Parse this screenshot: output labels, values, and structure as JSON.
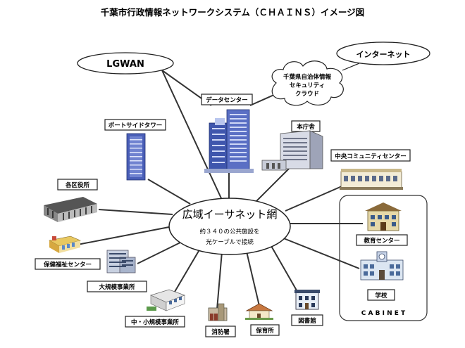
{
  "title": "千葉市行政情報ネットワークシステム（ＣＨＡＩＮＳ）イメージ図",
  "hub": {
    "name": "広域イーサネット網",
    "line1": "約３４０の公共施設を",
    "line2": "光ケーブルで接続"
  },
  "lgwan": "LGWAN",
  "internet": "インターネット",
  "cloud": {
    "line1": "千葉県自治体情報",
    "line2": "セキュリティ",
    "line3": "クラウド"
  },
  "facilities": {
    "data_center": "データセンター",
    "port_tower": "ポートサイドタワー",
    "main_office": "本庁舎",
    "community_center": "中央コミュニティセンター",
    "ward_offices": "各区役所",
    "health_center": "保健福祉センター",
    "large_office": "大規模事業所",
    "small_office": "中・小規模事業所",
    "fire_station": "消防署",
    "nursery": "保育所",
    "library": "図書館",
    "education_center": "教育センター",
    "school": "学校"
  },
  "cabinet": "C A B I N E T",
  "colors": {
    "tower_blue": "#4a5fb8",
    "tower_light": "#b9c6ee",
    "link_line": "#333333"
  }
}
